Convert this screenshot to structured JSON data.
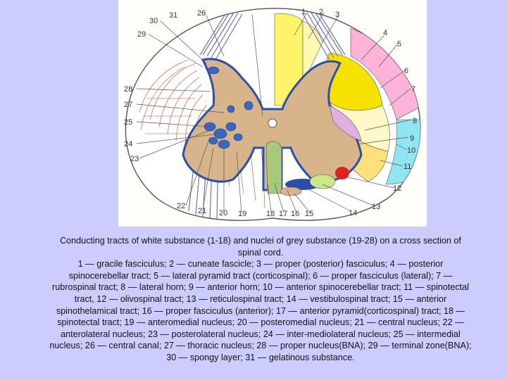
{
  "figure": {
    "labels": {
      "l1": "1",
      "l2": "2",
      "l3": "3",
      "l4": "4",
      "l5": "5",
      "l6": "6",
      "l7": "7",
      "l8": "8",
      "l9": "9",
      "l10": "10",
      "l11": "11",
      "l12": "12",
      "l13": "13",
      "l14": "14",
      "l15": "15",
      "l16": "16",
      "l17": "17",
      "l18": "18",
      "l19": "19",
      "l20": "20",
      "l21": "21",
      "l22": "22",
      "l23": "23",
      "l24": "24",
      "l25": "25",
      "l26": "26",
      "l27": "27",
      "l28": "28",
      "l29": "29",
      "l30": "30",
      "l31": "31"
    },
    "colors": {
      "background": "#ccccff",
      "gracile_fasciculus": "#fff36a",
      "lateral_pyramid_tract": "#f6e200",
      "posterior_spinocerebellar": "#ffb3d9",
      "anterior_spinocerebellar": "#8fe6f2",
      "grey_substance": "#d8b48a",
      "proper_fasciculus": "#2b4fa8",
      "nuclei": "#3b66c4",
      "rubrospinal": "#ffe07a",
      "olivospinal": "#e02020",
      "reticulospinal": "#c8e88a",
      "anterior_pyramid": "#a8c87a",
      "lateral_horn": "#e0b0e0",
      "white_matter": "#ffffff",
      "fibers": "#b5482a",
      "root_fibers": "#7870a8"
    }
  },
  "caption": {
    "line1": "Conducting tracts of white substance (1-18) and nuclei of grey substance (19-28) on a cross section of",
    "line2": "spinal cord.",
    "line3": "1 — gracile fasciculus; 2 — cuneate fascicle; 3 — proper (posterior) fasciculus; 4 — posterior",
    "line4": "spinocerebellar tract; 5 — lateral pyramid tract (corticospinal); 6 — proper fasciculus (lateral); 7 —",
    "line5": "rubrospinal tract; 8 — lateral horn; 9 — anterior horn; 10 — anterior spinocerebellar tract; 11 — spinotectal",
    "line6": "tract, 12 — olivospinal tract; 13 — reticulospinal tract; 14 — vestibulospinal tract; 15 — anterior",
    "line7": "spinothelamical tract; 16 — proper fasciculus (anterior); 17 — anterior pyramid(corticospinal) tract; 18 —",
    "line8": "spinotectal tract; 19 — anteromedial nucleus; 20 — posteromedial nucleus; 21 — central nucleus; 22 —",
    "line9": "anterolateral nucleus; 23 — posterolateral nucleus; 24 — inter-mediolateral nucleus; 25 — intermedial",
    "line10": "nucleus; 26 — central canal; 27 — thoracic nucleus; 28 — proper nucleus(BNA); 29 — terminal zone(BNA);",
    "line11": "30 — spongy layer; 31 — gelatinous substance."
  }
}
